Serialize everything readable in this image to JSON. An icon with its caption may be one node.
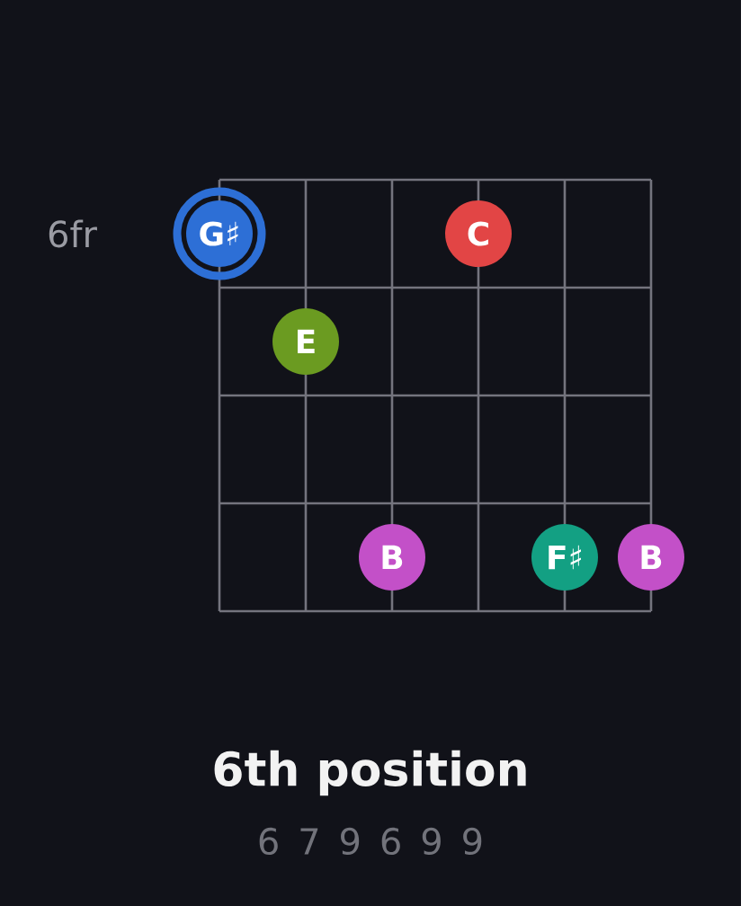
{
  "diagram": {
    "title": "6th position",
    "nodes": [
      {
        "text": [
          "G♯"
        ]
      },
      {
        "text": [
          "C"
        ]
      },
      {
        "text": [
          "E"
        ]
      },
      {
        "text": [
          "B"
        ]
      },
      {
        "text": [
          "F♯"
        ]
      },
      {
        "text": [
          "B"
        ]
      }
    ],
    "labels": [
      "6fr",
      "6 7 9 6 9 9"
    ]
  }
}
